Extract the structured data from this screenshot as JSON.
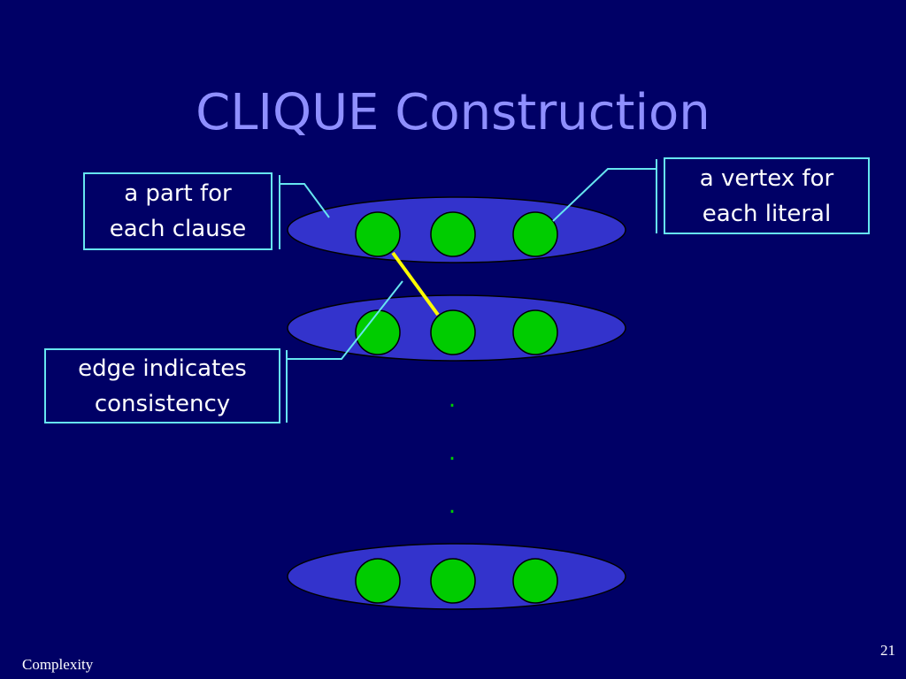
{
  "slide": {
    "title": "CLIQUE Construction",
    "footer_left": "Complexity",
    "page_number": "21"
  },
  "callouts": {
    "part_per_clause": [
      "a part for",
      "each clause"
    ],
    "vertex_per_literal": [
      "a vertex for",
      "each literal"
    ],
    "edge_consistency": [
      "edge indicates",
      "consistency"
    ]
  },
  "diagram": {
    "parts_shown": 3,
    "vertices_per_part": 3,
    "ellipsis_glyph": "."
  },
  "colors": {
    "background": "#000066",
    "title": "#8f8fff",
    "ellipse_fill": "#3333cc",
    "vertex_fill": "#00cc00",
    "edge": "#ffff00",
    "leader_line": "#66e5f0",
    "ellipsis": "#00cc00"
  }
}
